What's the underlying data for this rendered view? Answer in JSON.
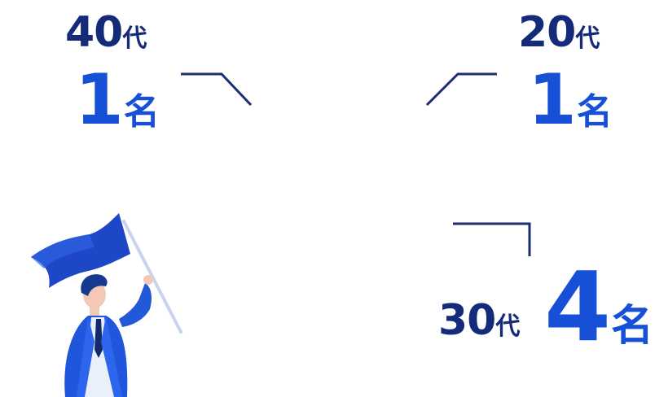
{
  "groups": {
    "forties": {
      "age": "40",
      "age_unit": "代",
      "count": "1",
      "count_unit": "名"
    },
    "twenties": {
      "age": "20",
      "age_unit": "代",
      "count": "1",
      "count_unit": "名"
    },
    "thirties": {
      "age": "30",
      "age_unit": "代",
      "count": "4",
      "count_unit": "名"
    }
  },
  "colors": {
    "navy": "#152a78",
    "blue": "#1550d6",
    "flag_blue": "#1d47c6",
    "line": "#1b2e73"
  },
  "icons": {
    "illustration": "person-holding-flag"
  }
}
